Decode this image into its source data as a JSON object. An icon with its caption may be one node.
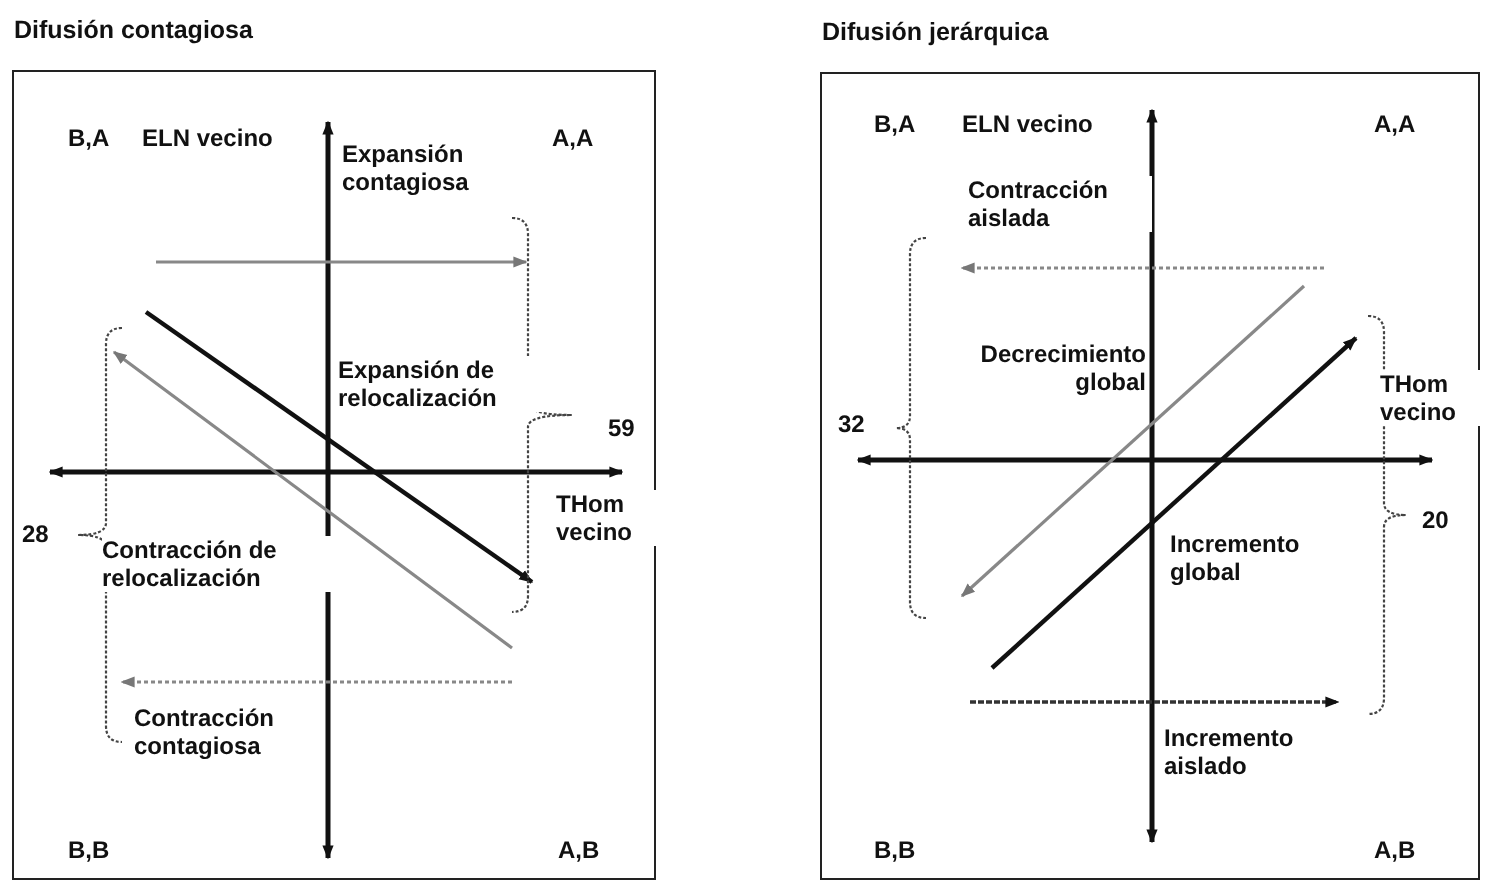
{
  "diagram": {
    "nodes": [
      {
        "text": [
          "Difusión contagiosa",
          "B,A",
          "ELN vecino",
          "A,A",
          "Expansión contagiosa",
          "Expansión de relocalización",
          "59",
          "THom vecino",
          "28",
          "Contracción de relocalización",
          "Contracción contagiosa",
          "B,B",
          "A,B"
        ]
      },
      {
        "text": [
          "Difusión jerárquica",
          "B,A",
          "ELN vecino",
          "A,A",
          "Contracción aislada",
          "Decrecimiento global",
          "32",
          "THom vecino",
          "20",
          "Incremento global",
          "Incremento aislado",
          "B,B",
          "A,B"
        ]
      }
    ]
  }
}
